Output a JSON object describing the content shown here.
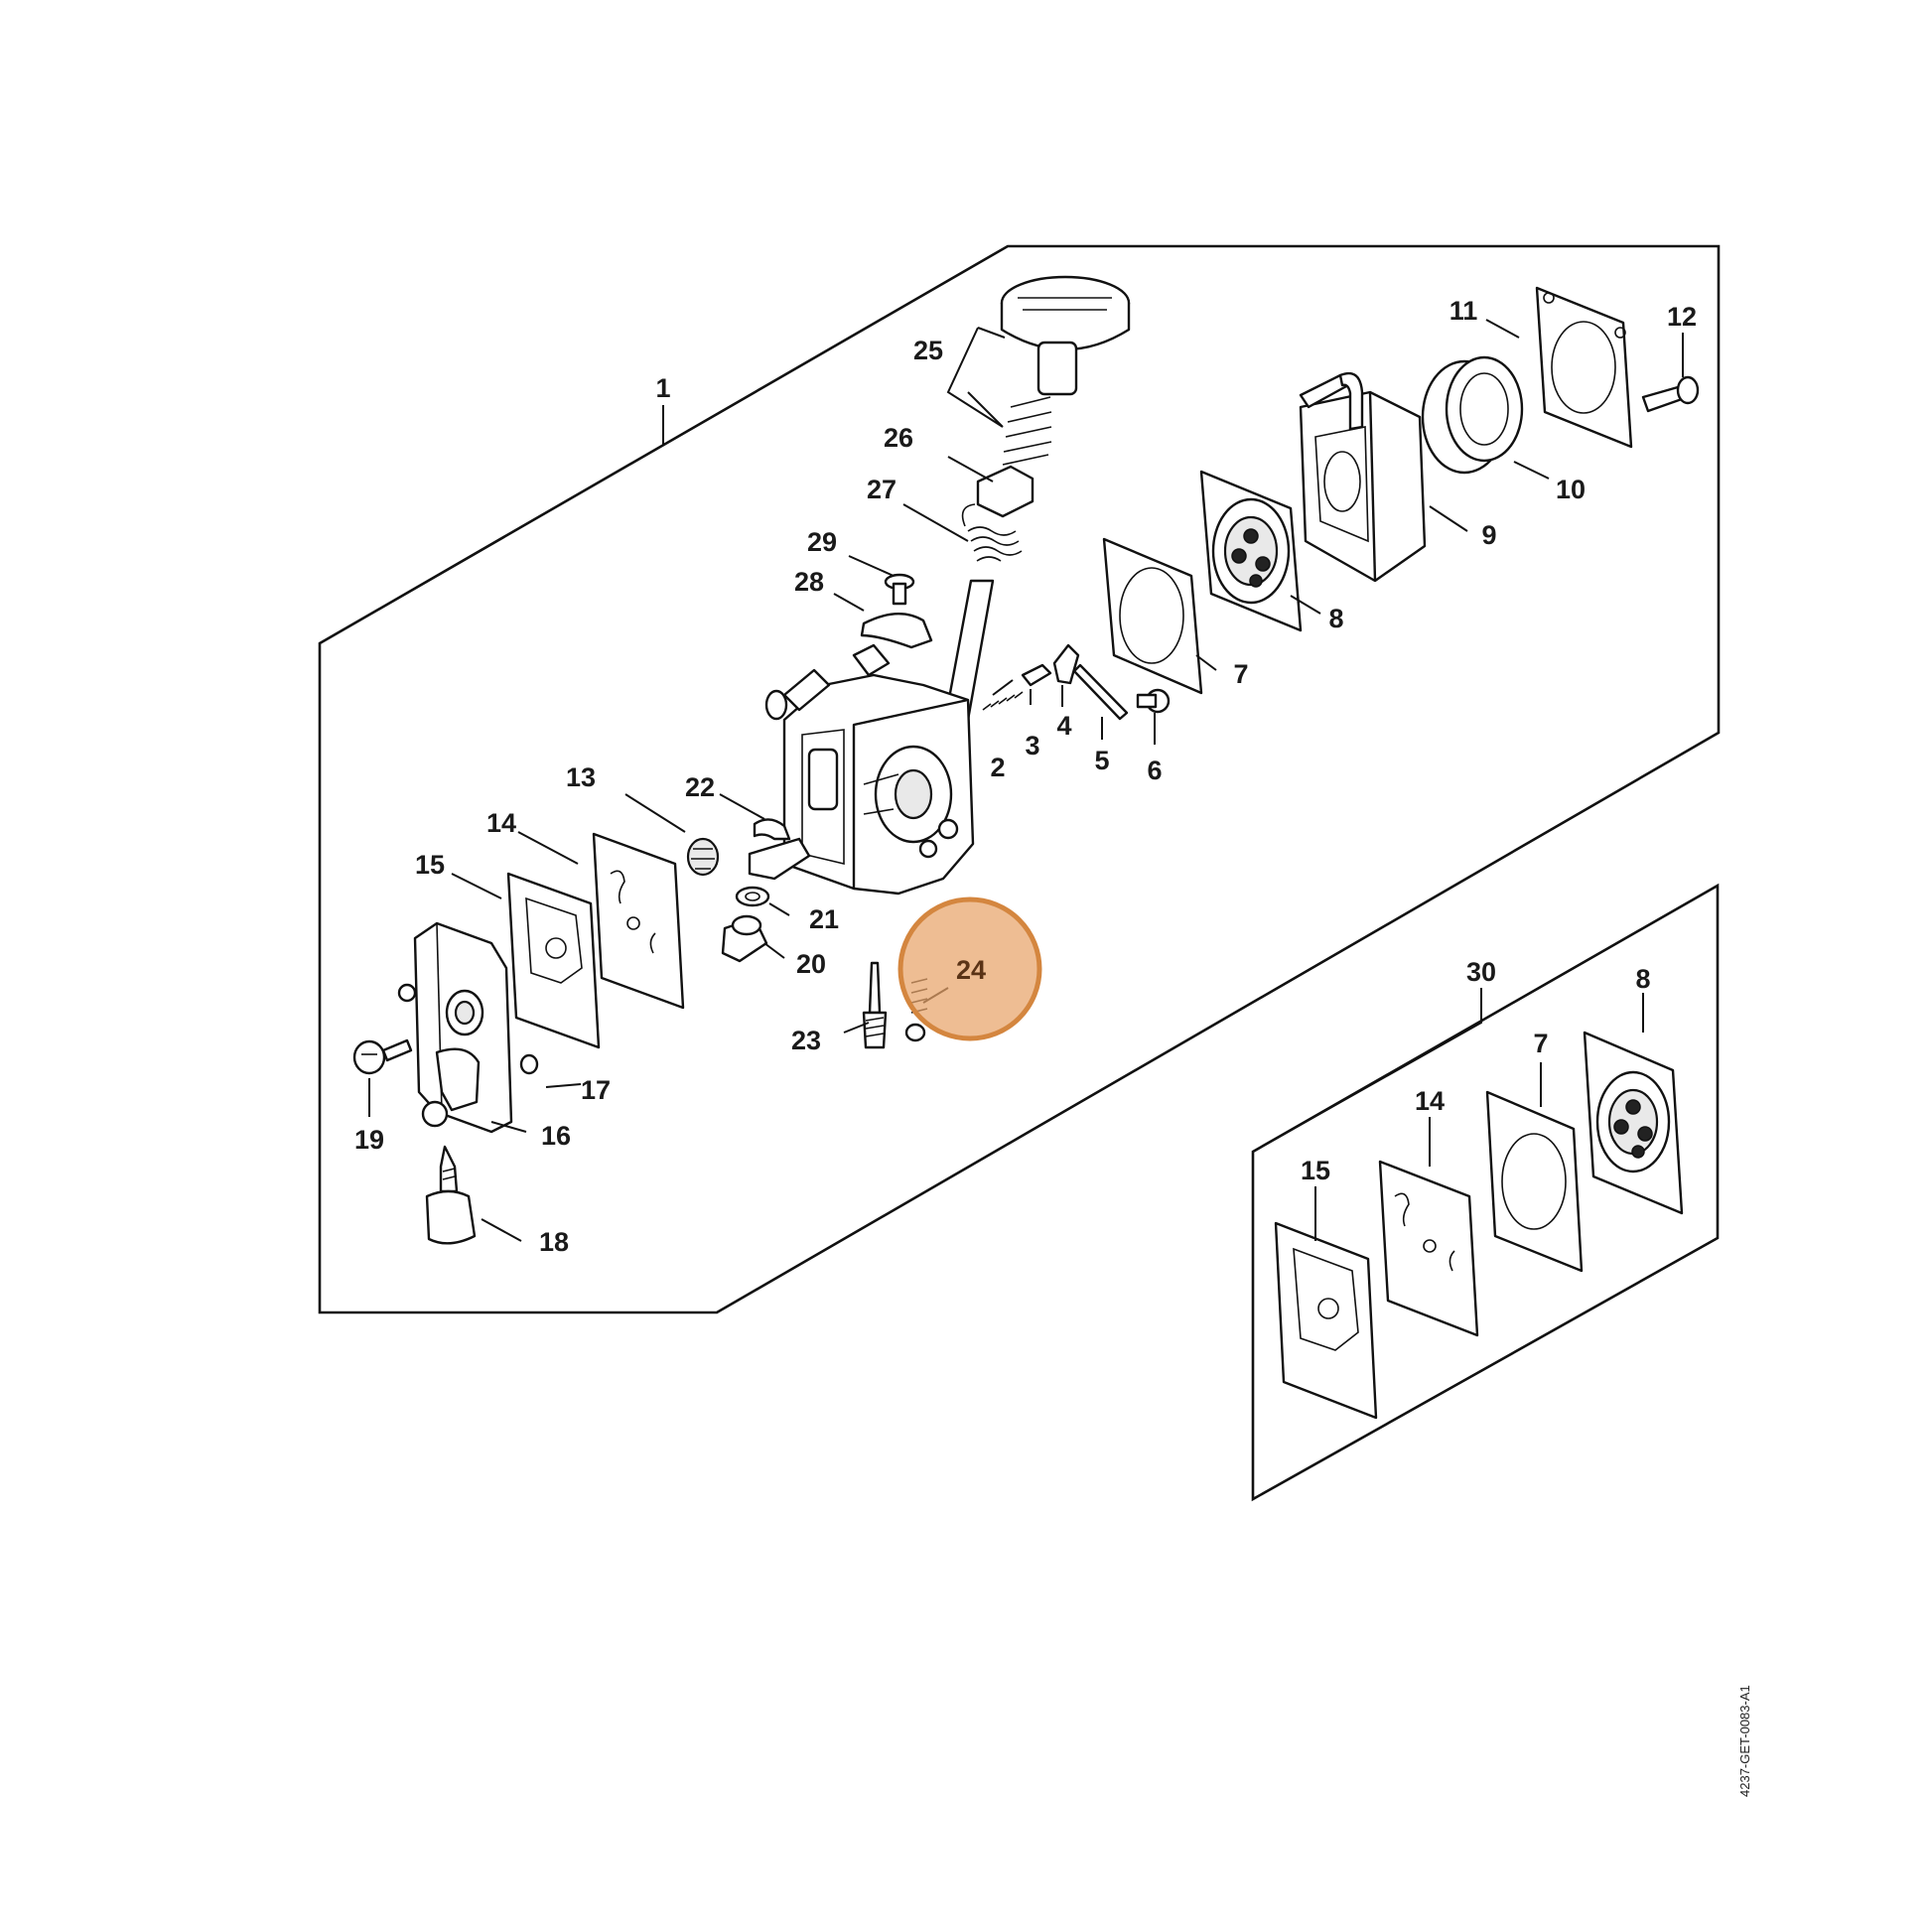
{
  "document_code": "4237-GET-0083-A1",
  "highlight": {
    "label": "24",
    "color": "#E8A36A"
  },
  "callouts": {
    "c1": "1",
    "c2": "2",
    "c3": "3",
    "c4": "4",
    "c5": "5",
    "c6": "6",
    "c7": "7",
    "c8": "8",
    "c9": "9",
    "c10": "10",
    "c11": "11",
    "c12": "12",
    "c13": "13",
    "c14": "14",
    "c15": "15",
    "c16": "16",
    "c17": "17",
    "c18": "18",
    "c19": "19",
    "c20": "20",
    "c21": "21",
    "c22": "22",
    "c23": "23",
    "c25": "25",
    "c26": "26",
    "c27": "27",
    "c28": "28",
    "c29": "29",
    "c30": "30",
    "kit7": "7",
    "kit8": "8",
    "kit14": "14",
    "kit15": "15"
  }
}
